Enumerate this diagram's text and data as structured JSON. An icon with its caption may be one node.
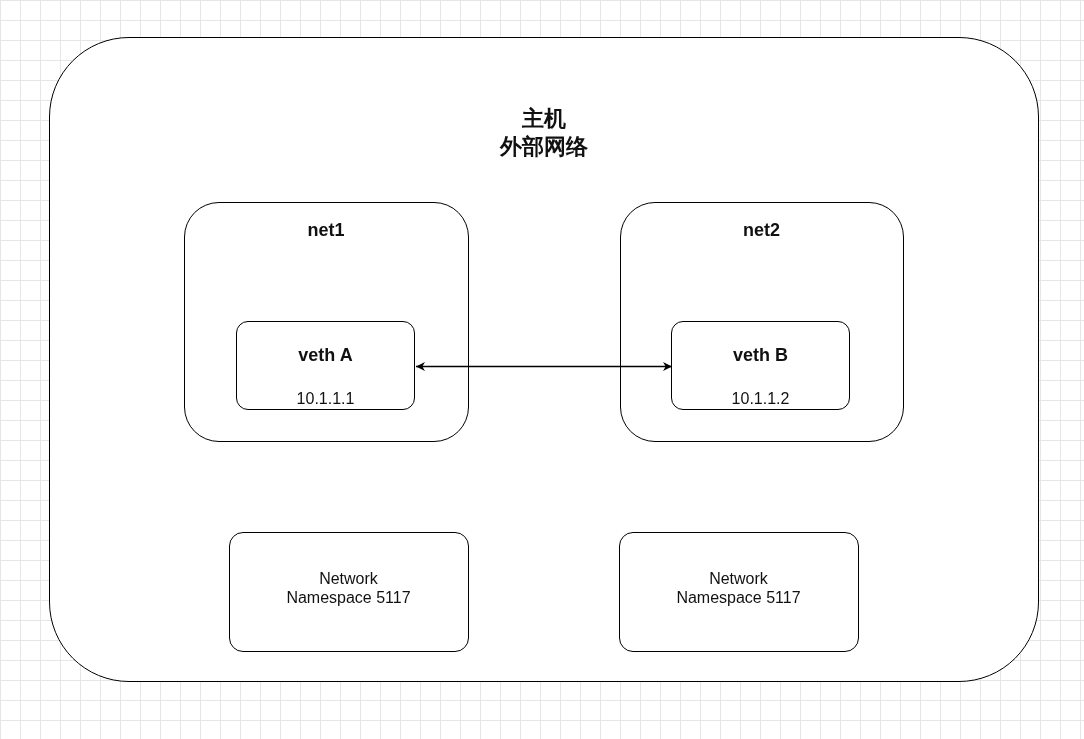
{
  "diagram": {
    "nodes": [
      {
        "text": [
          "主机",
          "外部网络"
        ]
      },
      {
        "text": [
          "net1"
        ],
        "in": 0
      },
      {
        "text": [
          "veth A",
          "10.1.1.1"
        ],
        "in": 1
      },
      {
        "text": [
          "net2"
        ],
        "in": 0
      },
      {
        "text": [
          "veth B",
          "10.1.1.2"
        ],
        "in": 3
      },
      {
        "text": [
          "Network Namespace 5117"
        ],
        "in": 0
      },
      {
        "text": [
          "Network Namespace 5117"
        ],
        "in": 0
      }
    ],
    "edges": [
      {
        "from": 2,
        "to": 4,
        "arrow": "both"
      }
    ]
  }
}
